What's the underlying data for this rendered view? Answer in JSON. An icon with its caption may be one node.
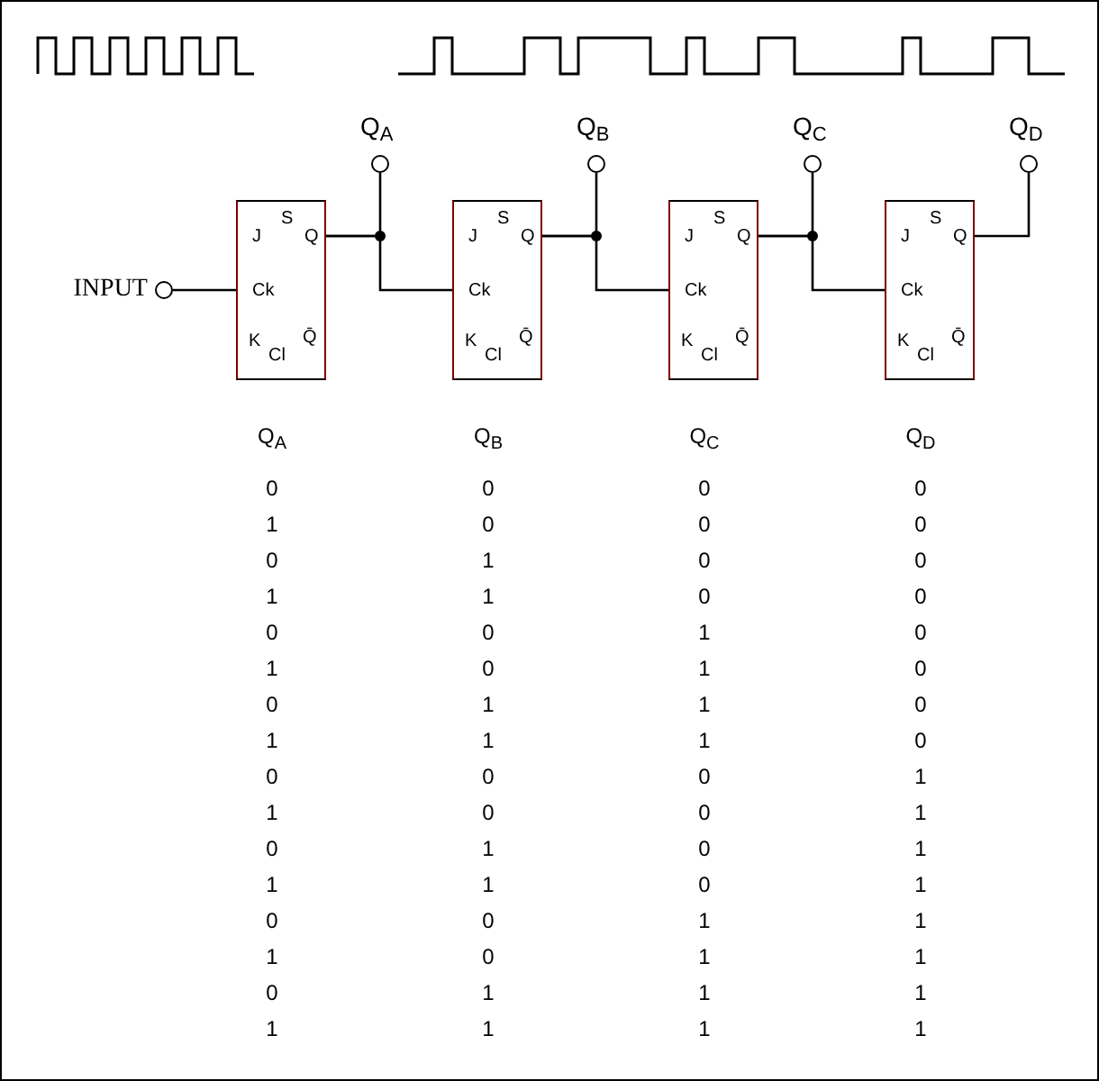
{
  "diagram": {
    "nodes": [
      {
        "text": [],
        "shape": "circle",
        "beside": [
          "INPUT"
        ]
      },
      {
        "text": [
          "J",
          "S",
          "Q",
          "Ck",
          "K",
          "Cl",
          "Q̄"
        ]
      },
      {
        "text": [
          "J",
          "S",
          "Q",
          "Ck",
          "K",
          "Cl",
          "Q̄"
        ]
      },
      {
        "text": [
          "J",
          "S",
          "Q",
          "Ck",
          "K",
          "Cl",
          "Q̄"
        ]
      },
      {
        "text": [
          "J",
          "S",
          "Q",
          "Ck",
          "K",
          "Cl",
          "Q̄"
        ]
      },
      {
        "text": [],
        "shape": "circle",
        "beside": [
          "Q$_{A}$"
        ]
      },
      {
        "text": [],
        "shape": "circle",
        "beside": [
          "Q$_{B}$"
        ]
      },
      {
        "text": [],
        "shape": "circle",
        "beside": [
          "Q$_{C}$"
        ]
      },
      {
        "text": [],
        "shape": "circle",
        "beside": [
          "Q$_{D}$"
        ]
      }
    ],
    "edges": [
      {
        "from": 0,
        "to": 1,
        "arrow": "none"
      },
      {
        "from": 1,
        "to": 5,
        "arrow": "none"
      },
      {
        "from": 1,
        "to": 2,
        "arrow": "none"
      },
      {
        "from": 2,
        "to": 6,
        "arrow": "none"
      },
      {
        "from": 2,
        "to": 3,
        "arrow": "none"
      },
      {
        "from": 3,
        "to": 7,
        "arrow": "none"
      },
      {
        "from": 3,
        "to": 4,
        "arrow": "none"
      },
      {
        "from": 4,
        "to": 8,
        "arrow": "none"
      }
    ],
    "labels": [
      "Q$_{A}$",
      "Q$_{B}$",
      "Q$_{C}$",
      "Q$_{D}$",
      "0",
      "0",
      "0",
      "0",
      "1",
      "0",
      "0",
      "0",
      "0",
      "1",
      "0",
      "0",
      "1",
      "1",
      "0",
      "0",
      "0",
      "0",
      "1",
      "0",
      "1",
      "0",
      "1",
      "0",
      "0",
      "1",
      "1",
      "0",
      "1",
      "1",
      "1",
      "0",
      "0",
      "0",
      "0",
      "1",
      "1",
      "0",
      "0",
      "1",
      "0",
      "1",
      "0",
      "1",
      "1",
      "1",
      "0",
      "1",
      "0",
      "0",
      "1",
      "1",
      "1",
      "0",
      "1",
      "1",
      "0",
      "1",
      "1",
      "1",
      "1",
      "1",
      "1",
      "1"
    ]
  }
}
